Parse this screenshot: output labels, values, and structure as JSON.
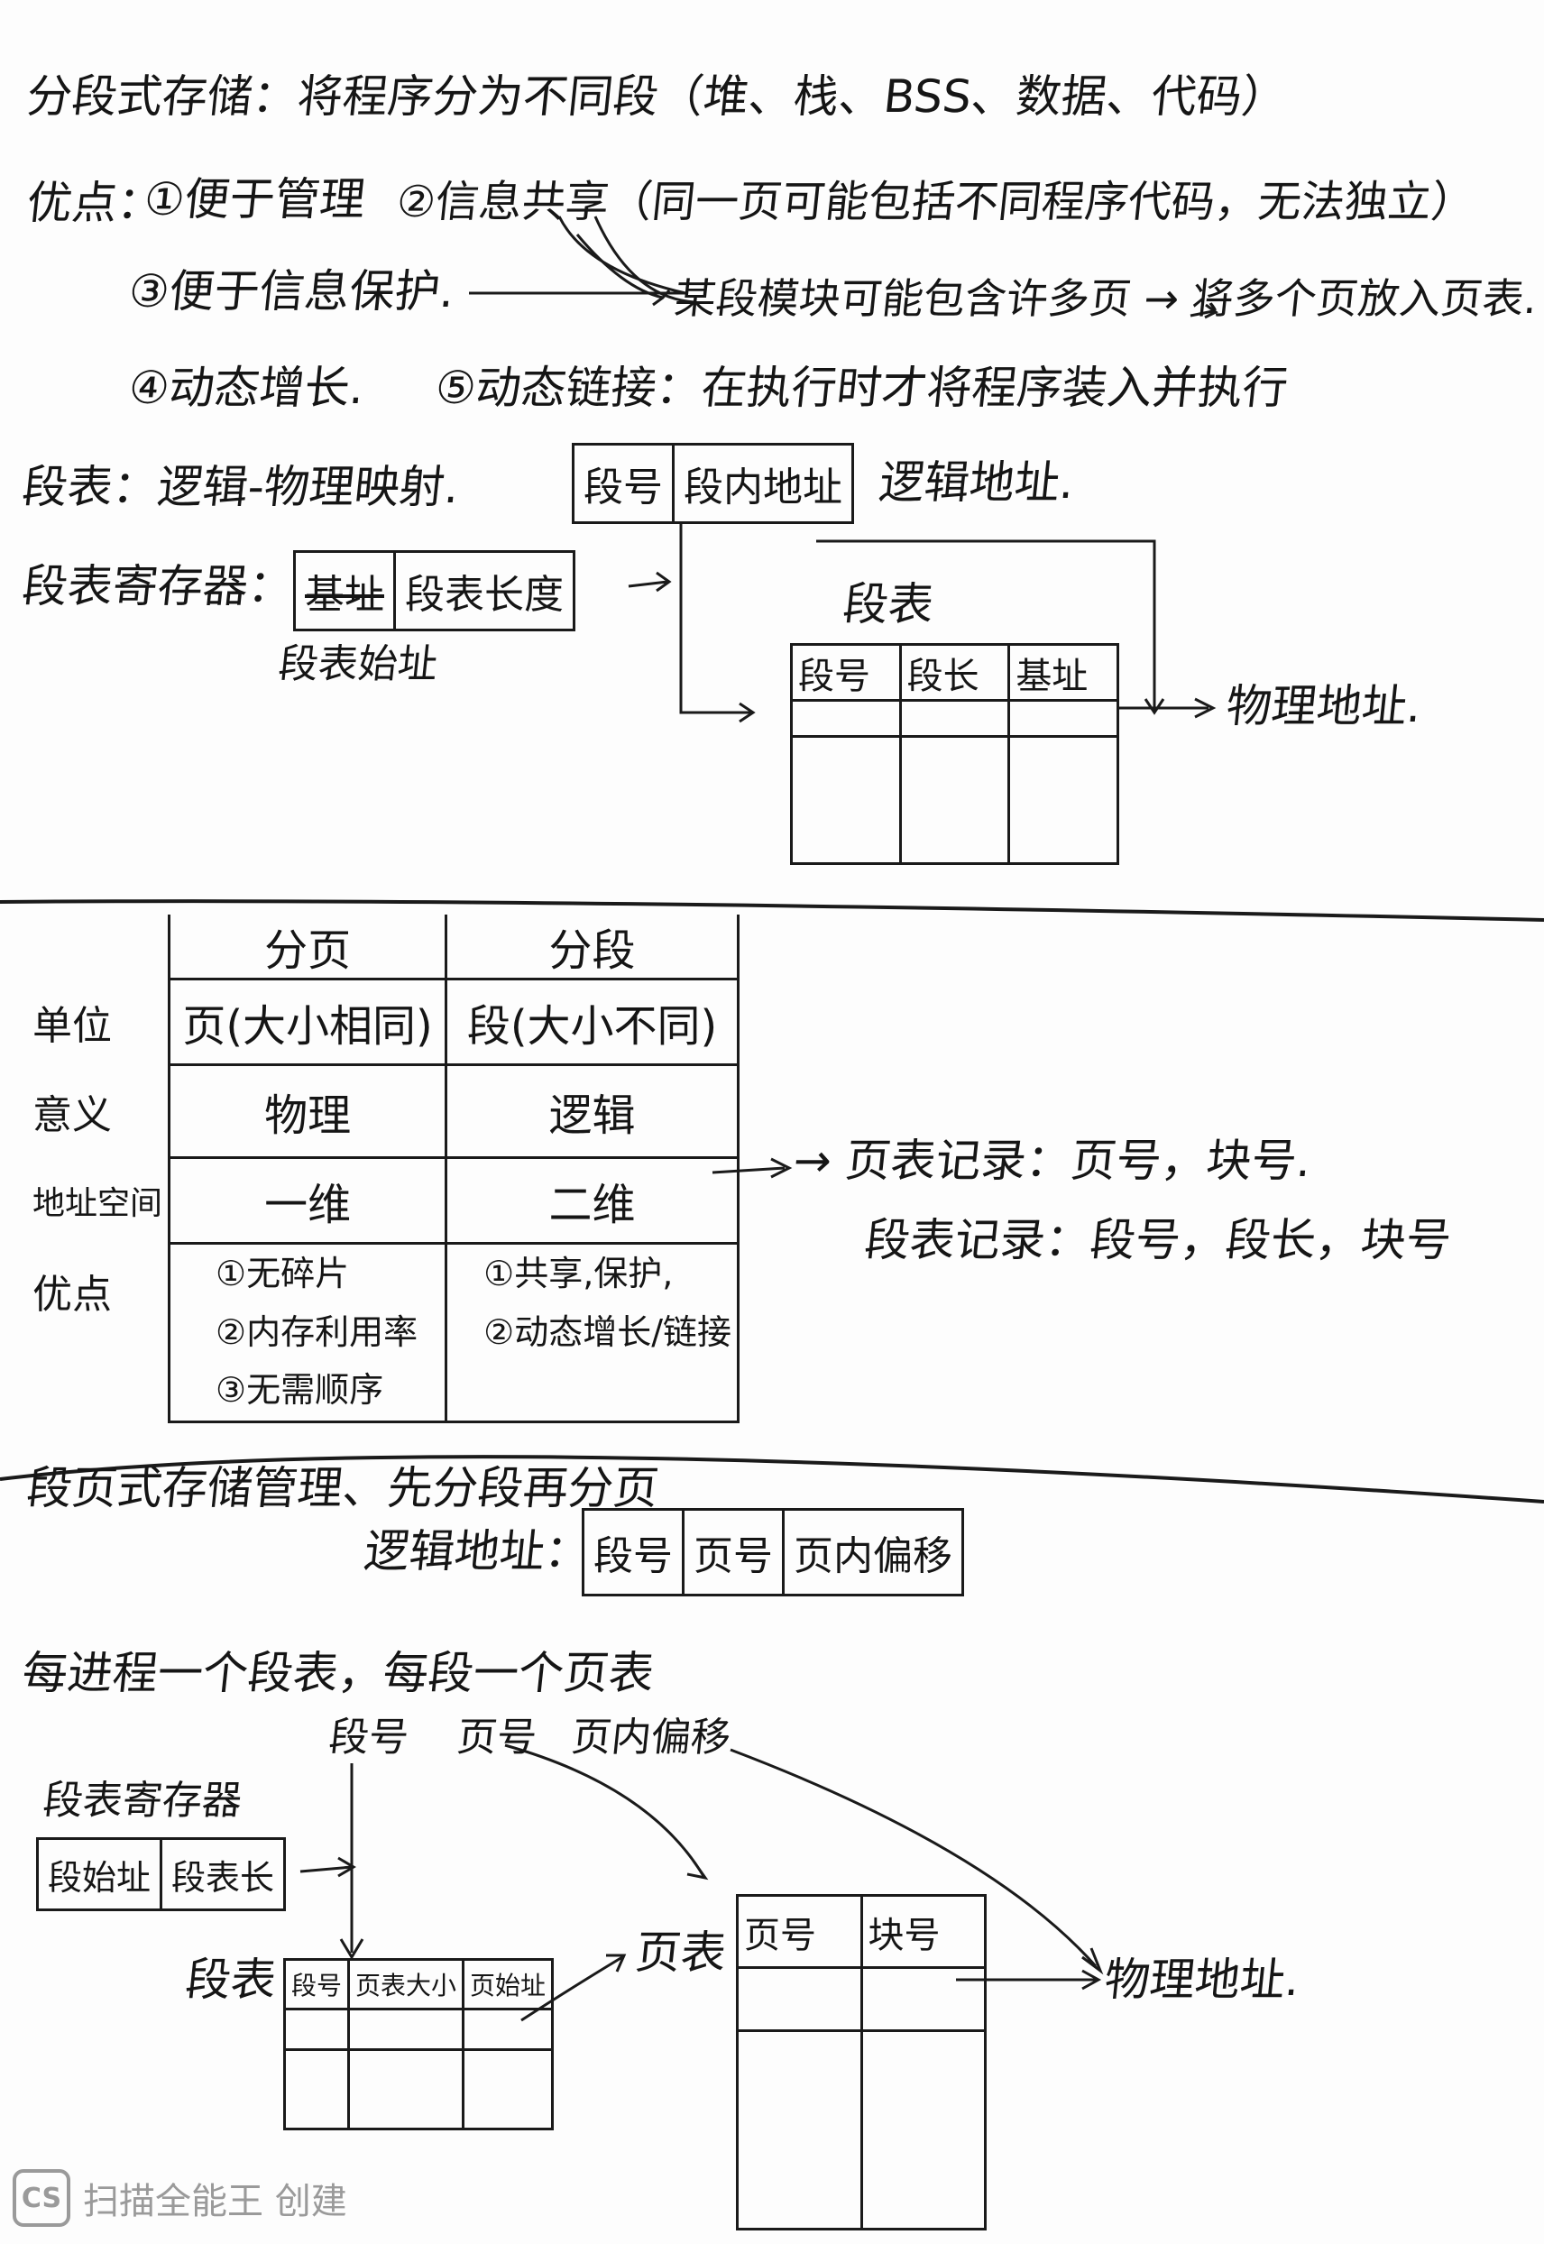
{
  "segmentation": {
    "definition": "分段式存储：将程序分为不同段（堆、栈、BSS、数据、代码）",
    "advantages_label": "优点：",
    "adv1": "①便于管理",
    "adv2": "②信息共享（同一页可能包括不同程序代码，无法独立）",
    "adv3": "③便于信息保护.",
    "adv3_note": "某段模块可能包含许多页 → 将多个页放入页表.",
    "adv4": "④动态增长.",
    "adv5": "⑤动态链接：在执行时才将程序装入并执行",
    "segment_table_label": "段表：逻辑-物理映射.",
    "logical_address_fields": [
      "段号",
      "段内地址"
    ],
    "logical_address_label": "逻辑地址.",
    "register_label": "段表寄存器：",
    "register_fields": [
      "基址",
      "段表长度"
    ],
    "register_note": "段表始址",
    "segment_table_title": "段表",
    "segment_table_headers": [
      "段号",
      "段长",
      "基址"
    ],
    "physical_address": "物理地址."
  },
  "comparison": {
    "headers": [
      "分页",
      "分段"
    ],
    "rows": [
      {
        "label": "单位",
        "paging": "页(大小相同)",
        "segmentation": "段(大小不同)"
      },
      {
        "label": "意义",
        "paging": "物理",
        "segmentation": "逻辑"
      },
      {
        "label": "地址空间",
        "paging": "一维",
        "segmentation": "二维"
      },
      {
        "label": "优点",
        "paging": "①无碎片\n②内存利用率\n③无需顺序",
        "segmentation": "①共享,保护,\n②动态增长/链接"
      }
    ],
    "note1": "→ 页表记录：页号，块号.",
    "note2": "段表记录：段号，段长，块号"
  },
  "segmented_paging": {
    "title": "段页式存储管理、先分段再分页",
    "logical_address_label": "逻辑地址：",
    "logical_address_fields": [
      "段号",
      "页号",
      "页内偏移"
    ],
    "per_process": "每进程一个段表，每段一个页表",
    "address_parts": [
      "段号",
      "页号",
      "页内偏移"
    ],
    "register_label": "段表寄存器",
    "register_fields": [
      "段始址",
      "段表长"
    ],
    "segment_table_label": "段表",
    "segment_table_headers": [
      "段号",
      "页表大小",
      "页始址"
    ],
    "page_table_label": "页表",
    "page_table_headers": [
      "页号",
      "块号"
    ],
    "physical_address": "物理地址."
  },
  "watermark": {
    "logo": "CS",
    "text": "扫描全能王 创建"
  }
}
